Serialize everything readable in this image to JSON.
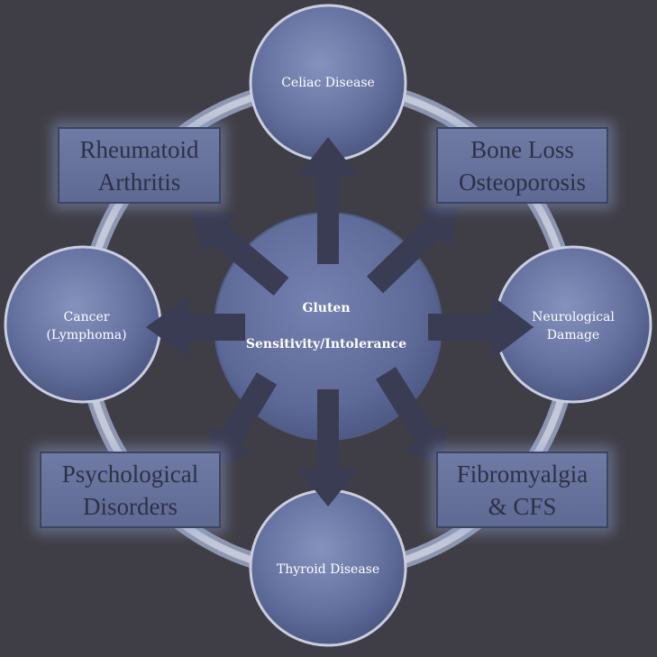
{
  "center": {
    "line1": "Gluten",
    "line2": "Sensitivity/Intolerance"
  },
  "circles": {
    "top": "Celiac Disease",
    "right": "Neurological\nDamage",
    "bottom": "Thyroid Disease",
    "left": "Cancer\n(Lymphoma)"
  },
  "boxes": {
    "top_left": "Rheumatoid\nArthritis",
    "top_right": "Bone Loss\nOsteoporosis",
    "bottom_left": "Psychological\nDisorders",
    "bottom_right": "Fibromyalgia\n& CFS"
  },
  "colors": {
    "background": "#3f3e46",
    "circle": "#6572a0",
    "arrow": "#393c52",
    "ring": "#b4bace",
    "box": "#6b77a2"
  }
}
